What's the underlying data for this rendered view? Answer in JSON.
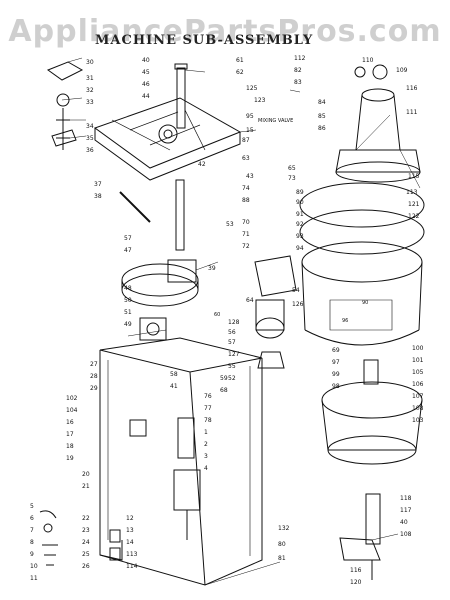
{
  "watermark": "AppliancePartsPros.com",
  "title": "MACHINE SUB-ASSEMBLY",
  "annotations": {
    "mixing_valve": "MIXING VALVE",
    "sub_part_60": "60",
    "stamp_96": "96",
    "fill_90": "90"
  },
  "callouts": [
    "30",
    "31",
    "32",
    "33",
    "34",
    "35",
    "36",
    "37",
    "38",
    "40",
    "45",
    "46",
    "44",
    "42",
    "61",
    "62",
    "123",
    "125",
    "15",
    "95",
    "43",
    "116",
    "111",
    "112",
    "82",
    "83",
    "84",
    "85",
    "86",
    "87",
    "63",
    "65",
    "73",
    "74",
    "88",
    "89",
    "90",
    "91",
    "92",
    "93",
    "94",
    "70",
    "71",
    "72",
    "113",
    "57",
    "47",
    "48",
    "50",
    "51",
    "49",
    "39",
    "128",
    "56",
    "57",
    "54",
    "126",
    "127",
    "55",
    "52",
    "53",
    "64",
    "69",
    "97",
    "99",
    "98",
    "100",
    "101",
    "105",
    "106",
    "107",
    "108",
    "103",
    "102",
    "104",
    "16",
    "17",
    "18",
    "19",
    "20",
    "21",
    "22",
    "23",
    "24",
    "25",
    "26",
    "27",
    "28",
    "29",
    "41",
    "58",
    "59",
    "68",
    "132",
    "80",
    "81",
    "76",
    "77",
    "78",
    "1",
    "2",
    "3",
    "4",
    "5",
    "6",
    "7",
    "8",
    "9",
    "10",
    "11",
    "12",
    "13",
    "14",
    "113",
    "114",
    "115",
    "121",
    "122",
    "110",
    "109",
    "118",
    "117",
    "40",
    "108",
    "116",
    "120"
  ]
}
